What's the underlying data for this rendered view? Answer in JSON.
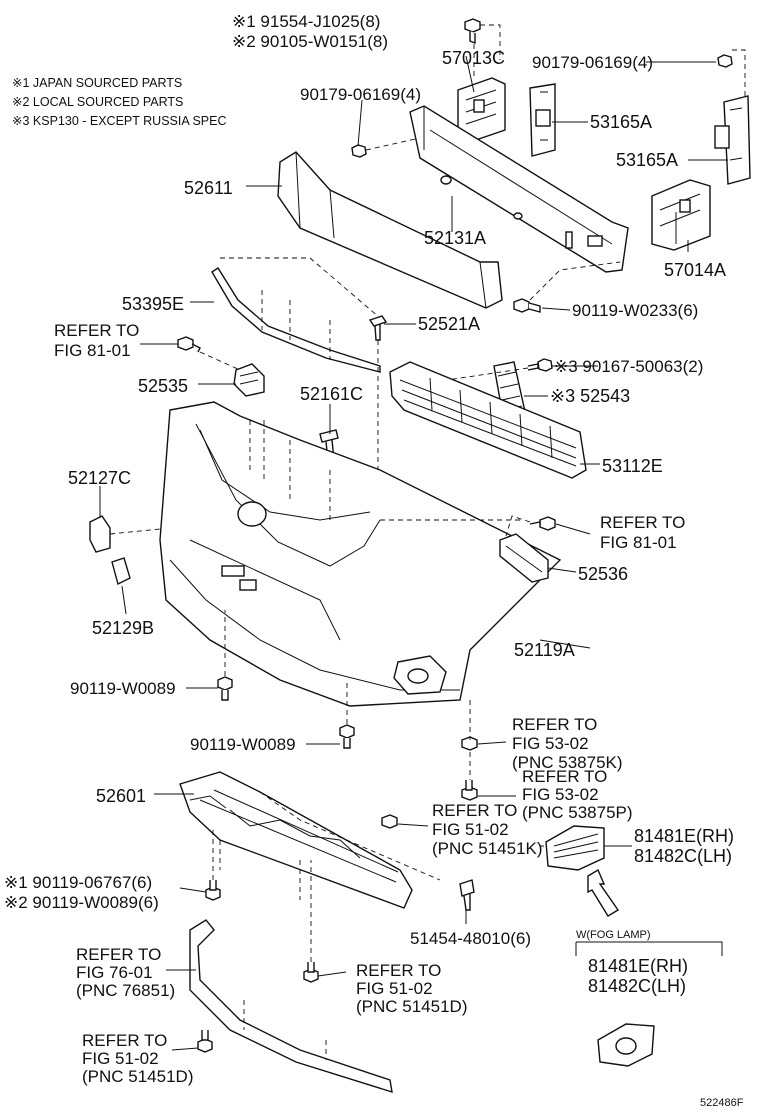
{
  "notes": [
    "※1 JAPAN SOURCED PARTS",
    "※2 LOCAL SOURCED PARTS",
    "※3 KSP130 - EXCEPT RUSSIA SPEC"
  ],
  "callouts": {
    "c_91554": "※1 91554-J1025(8)",
    "c_90105": "※2 90105-W0151(8)",
    "c_57013c": "57013C",
    "c_90179_right": "90179-06169(4)",
    "c_90179_left": "90179-06169(4)",
    "c_53165a_top": "53165A",
    "c_53165a_mid": "53165A",
    "c_52611": "52611",
    "c_52131a": "52131A",
    "c_57014a": "57014A",
    "c_53395e": "53395E",
    "c_90119_w0233": "90119-W0233(6)",
    "c_52521a": "52521A",
    "c_refer_81_01_left_1": "REFER TO",
    "c_refer_81_01_left_2": "FIG 81-01",
    "c_90167": "※3 90167-50063(2)",
    "c_52535": "52535",
    "c_52543": "※3 52543",
    "c_52161c": "52161C",
    "c_53112e": "53112E",
    "c_52127c": "52127C",
    "c_refer_81_01_right_1": "REFER TO",
    "c_refer_81_01_right_2": "FIG 81-01",
    "c_52536": "52536",
    "c_52129b": "52129B",
    "c_52119a": "52119A",
    "c_90119_w0089_a": "90119-W0089",
    "c_90119_w0089_b": "90119-W0089",
    "c_refer_53_02_k_1": "REFER TO",
    "c_refer_53_02_k_2": "FIG 53-02",
    "c_refer_53_02_k_3": "(PNC 53875K)",
    "c_refer_53_02_p_1": "REFER TO",
    "c_refer_53_02_p_2": "FIG 53-02",
    "c_refer_53_02_p_3": "(PNC 53875P)",
    "c_52601": "52601",
    "c_refer_51_02_k_1": "REFER TO",
    "c_refer_51_02_k_2": "FIG 51-02",
    "c_refer_51_02_k_3": "(PNC 51451K)",
    "c_81481e_top": "81481E(RH)",
    "c_81482c_top": "81482C(LH)",
    "c_90119_06767": "※1 90119-06767(6)",
    "c_90119_w0089_6": "※2 90119-W0089(6)",
    "c_51454": "51454-48010(6)",
    "c_fog_lamp": "W(FOG LAMP)",
    "c_81481e_bot": "81481E(RH)",
    "c_81482c_bot": "81482C(LH)",
    "c_refer_76_01_1": "REFER TO",
    "c_refer_76_01_2": "FIG 76-01",
    "c_refer_76_01_3": "(PNC 76851)",
    "c_refer_51_02_d_1": "REFER TO",
    "c_refer_51_02_d_2": "FIG 51-02",
    "c_refer_51_02_d_3": "(PNC 51451D)",
    "c_refer_51_02_d2_1": "REFER TO",
    "c_refer_51_02_d2_2": "FIG 51-02",
    "c_refer_51_02_d2_3": "(PNC 51451D)",
    "c_figure_id": "522486F"
  }
}
